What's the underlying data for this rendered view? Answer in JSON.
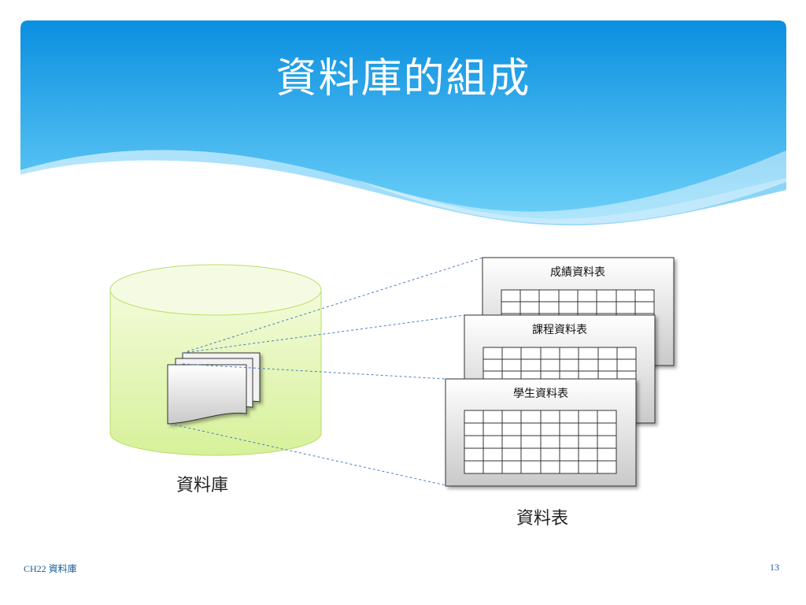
{
  "slide": {
    "title": "資料庫的組成",
    "footer": "CH22 資料庫",
    "page_number": "13"
  },
  "diagram": {
    "database_label": "資料庫",
    "tables_label": "資料表",
    "tables": [
      {
        "title": "成績資料表"
      },
      {
        "title": "課程資料表"
      },
      {
        "title": "學生資料表"
      }
    ]
  },
  "colors": {
    "banner_top": "#0a8fe0",
    "banner_bottom": "#5cc6f6",
    "cylinder": "#e6f7b3",
    "connector": "#4a7fc2"
  }
}
